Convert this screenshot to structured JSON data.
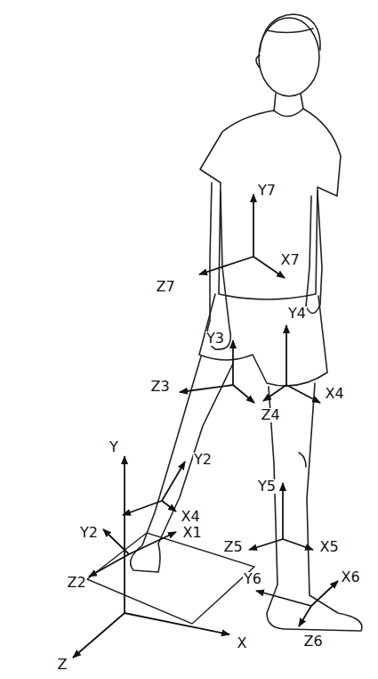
{
  "diagram": {
    "labels": [
      "Y7",
      "X7",
      "Z7",
      "Y4",
      "Y3",
      "Z3",
      "Z4",
      "X4",
      "Y2",
      "Y",
      "X4",
      "Y5",
      "Y2",
      "X1",
      "Z5",
      "X5",
      "Y6",
      "X6",
      "Z2",
      "X",
      "Z6",
      "Z"
    ]
  }
}
